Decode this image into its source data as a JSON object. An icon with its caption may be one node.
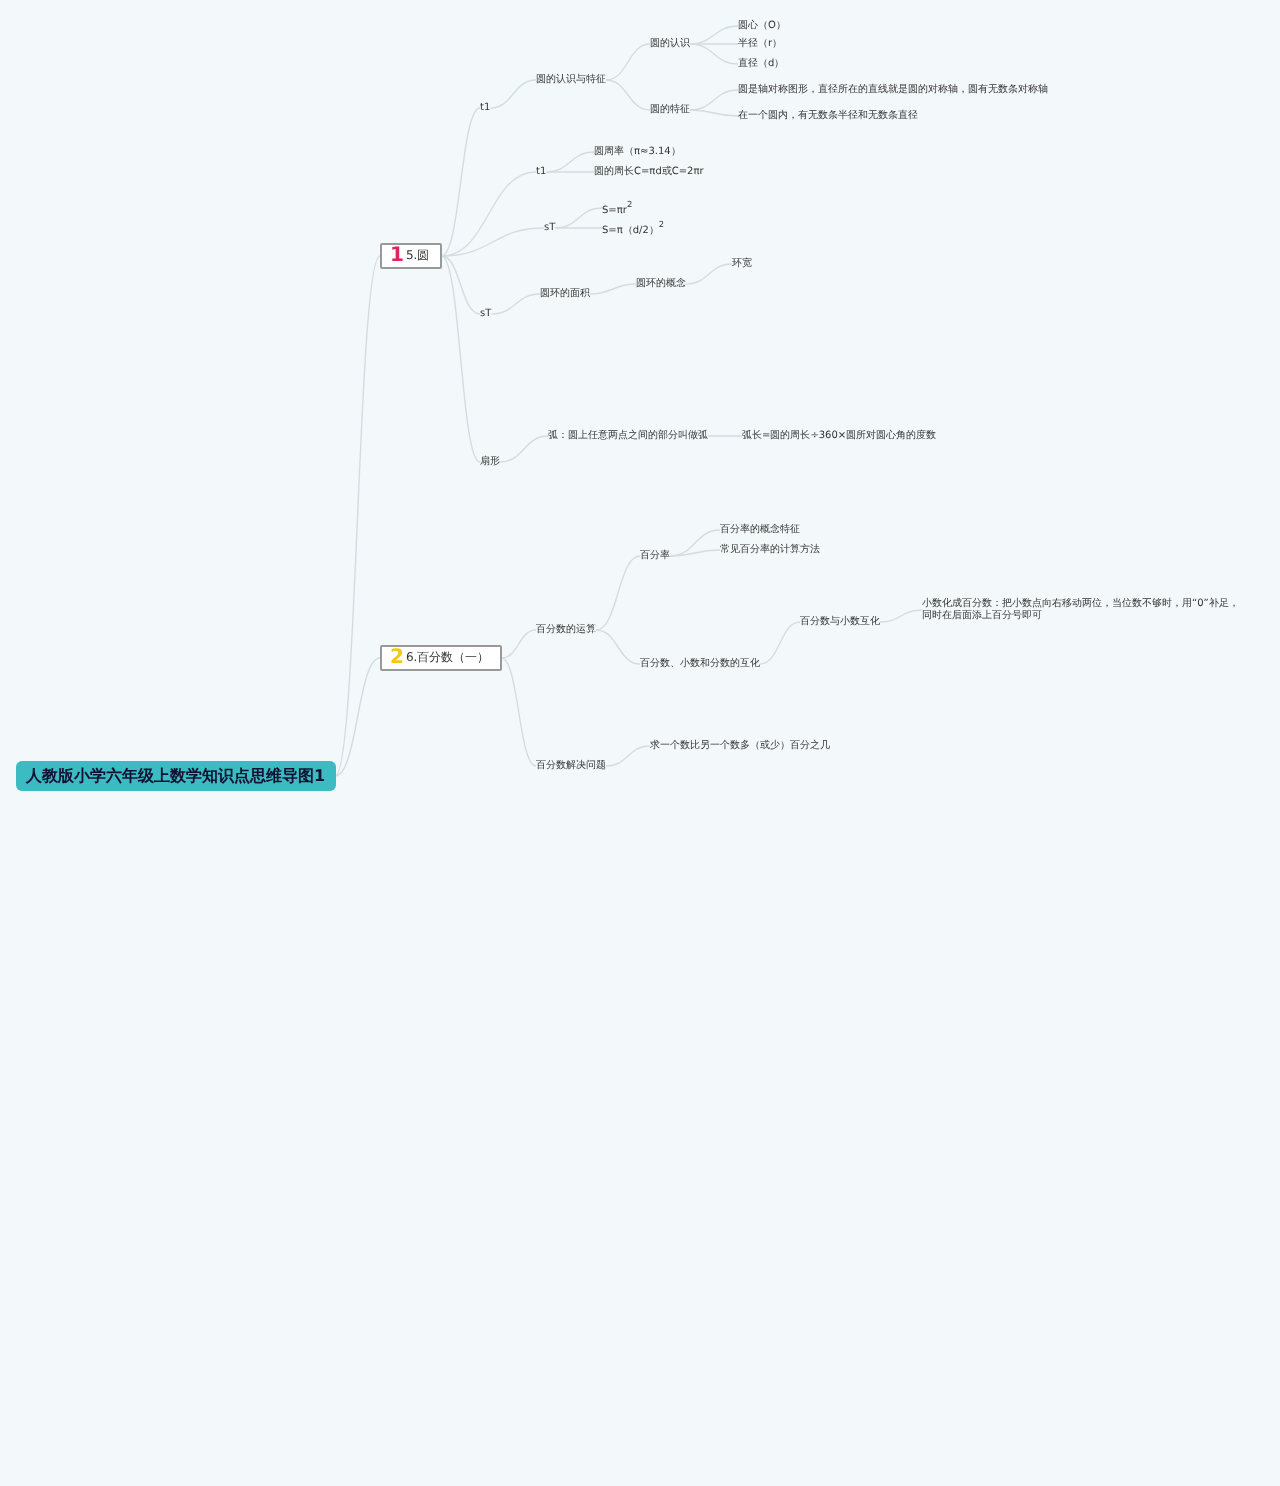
{
  "diagram": {
    "nodes": [
      {
        "text": [
          "人教版小学六年级上数学知识点思维导图1"
        ]
      },
      {
        "text": [
          "1",
          "5.圆"
        ]
      },
      {
        "text": [
          "t1"
        ]
      },
      {
        "text": [
          "圆的认识与特征"
        ]
      },
      {
        "text": [
          "圆的认识"
        ]
      },
      {
        "text": [
          "圆心（O）"
        ]
      },
      {
        "text": [
          "半径（r）"
        ]
      },
      {
        "text": [
          "直径（d）"
        ]
      },
      {
        "text": [
          "圆的特征"
        ]
      },
      {
        "text": [
          "圆是轴对称图形，直径所在的直线就是圆的对称轴，圆有无数条对称轴"
        ]
      },
      {
        "text": [
          "在一个圆内，有无数条半径和无数条直径"
        ]
      },
      {
        "text": [
          "t1"
        ]
      },
      {
        "text": [
          "圆周率（π≈3.14）"
        ]
      },
      {
        "text": [
          "圆的周长C=πd或C=2πr"
        ]
      },
      {
        "text": [
          "sT"
        ]
      },
      {
        "text": [
          "S=πr$^{2}$"
        ]
      },
      {
        "text": [
          "S=π（d/2）$^{2}$"
        ]
      },
      {
        "text": [
          "sT"
        ]
      },
      {
        "text": [
          "圆环的面积"
        ]
      },
      {
        "text": [
          "圆环的概念"
        ]
      },
      {
        "text": [
          "环宽"
        ]
      },
      {
        "text": [
          "扇形"
        ]
      },
      {
        "text": [
          "弧：圆上任意两点之间的部分叫做弧"
        ]
      },
      {
        "text": [
          "弧长=圆的周长÷360×圆所对圆心角的度数"
        ]
      },
      {
        "text": [
          "2",
          "6.百分数（一）"
        ]
      },
      {
        "text": [
          "百分数的运算"
        ]
      },
      {
        "text": [
          "百分率"
        ]
      },
      {
        "text": [
          "百分率的概念特征"
        ]
      },
      {
        "text": [
          "常见百分率的计算方法"
        ]
      },
      {
        "text": [
          "百分数、小数和分数的互化"
        ]
      },
      {
        "text": [
          "百分数与小数互化"
        ]
      },
      {
        "text": [
          "小数化成百分数：把小数点向右移动两位，当位数不够时，用“0”补足，同时在后面添上百分号即可"
        ]
      },
      {
        "text": [
          "百分数解决问题"
        ]
      },
      {
        "text": [
          "求一个数比另一个数多（或少）百分之几"
        ]
      }
    ],
    "edges": [
      {
        "from": 0,
        "to": 1,
        "arrow": "none"
      },
      {
        "from": 1,
        "to": 2,
        "arrow": "none"
      },
      {
        "from": 2,
        "to": 3,
        "arrow": "none"
      },
      {
        "from": 3,
        "to": 4,
        "arrow": "none"
      },
      {
        "from": 4,
        "to": 5,
        "arrow": "none"
      },
      {
        "from": 4,
        "to": 6,
        "arrow": "none"
      },
      {
        "from": 4,
        "to": 7,
        "arrow": "none"
      },
      {
        "from": 3,
        "to": 8,
        "arrow": "none"
      },
      {
        "from": 8,
        "to": 9,
        "arrow": "none"
      },
      {
        "from": 8,
        "to": 10,
        "arrow": "none"
      },
      {
        "from": 1,
        "to": 11,
        "arrow": "none"
      },
      {
        "from": 11,
        "to": 12,
        "arrow": "none"
      },
      {
        "from": 11,
        "to": 13,
        "arrow": "none"
      },
      {
        "from": 1,
        "to": 14,
        "arrow": "none"
      },
      {
        "from": 14,
        "to": 15,
        "arrow": "none"
      },
      {
        "from": 14,
        "to": 16,
        "arrow": "none"
      },
      {
        "from": 1,
        "to": 17,
        "arrow": "none"
      },
      {
        "from": 17,
        "to": 18,
        "arrow": "none"
      },
      {
        "from": 18,
        "to": 19,
        "arrow": "none"
      },
      {
        "from": 19,
        "to": 20,
        "arrow": "none"
      },
      {
        "from": 1,
        "to": 21,
        "arrow": "none"
      },
      {
        "from": 21,
        "to": 22,
        "arrow": "none"
      },
      {
        "from": 22,
        "to": 23,
        "arrow": "none"
      },
      {
        "from": 0,
        "to": 24,
        "arrow": "none"
      },
      {
        "from": 24,
        "to": 25,
        "arrow": "none"
      },
      {
        "from": 25,
        "to": 26,
        "arrow": "none"
      },
      {
        "from": 26,
        "to": 27,
        "arrow": "none"
      },
      {
        "from": 26,
        "to": 28,
        "arrow": "none"
      },
      {
        "from": 25,
        "to": 29,
        "arrow": "none"
      },
      {
        "from": 29,
        "to": 30,
        "arrow": "none"
      },
      {
        "from": 30,
        "to": 31,
        "arrow": "none"
      },
      {
        "from": 24,
        "to": 32,
        "arrow": "none"
      },
      {
        "from": 32,
        "to": 33,
        "arrow": "none"
      }
    ]
  }
}
